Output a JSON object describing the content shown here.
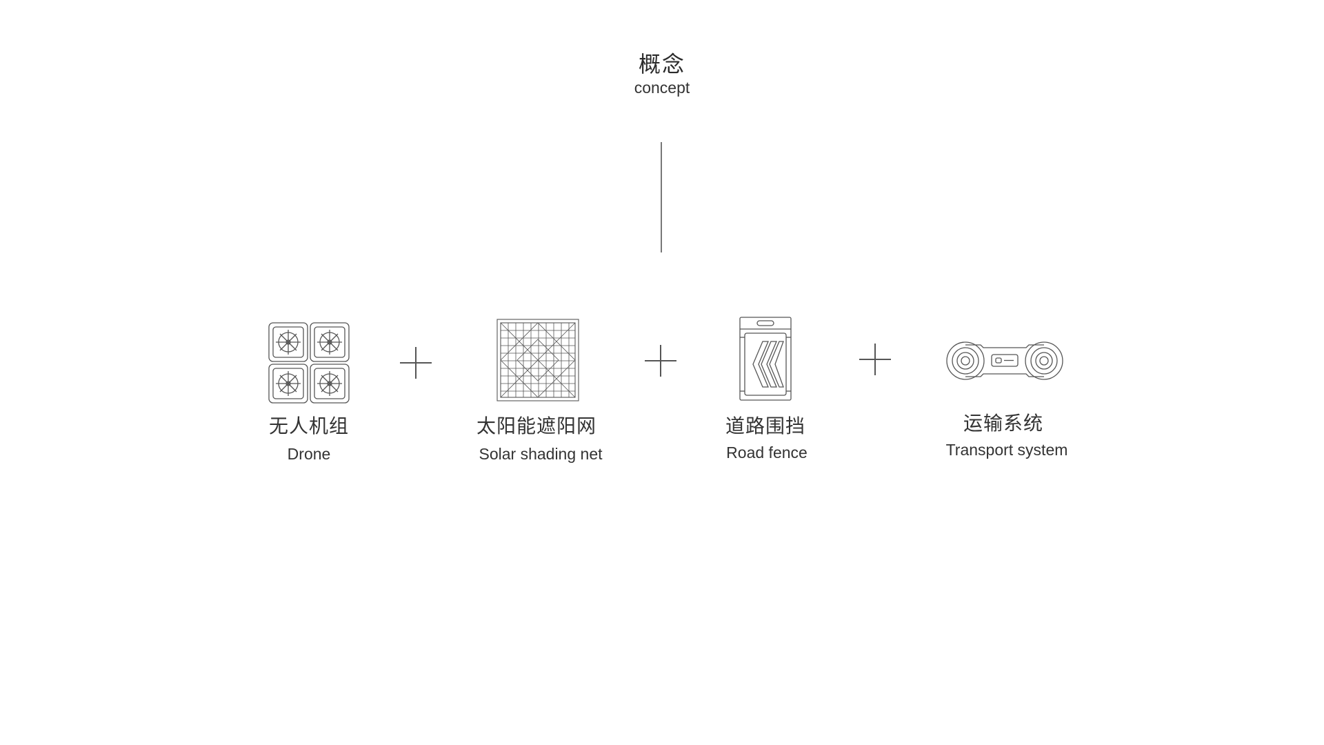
{
  "header": {
    "title_zh": "概念",
    "title_en": "concept"
  },
  "items": [
    {
      "label_zh": "无人机组",
      "label_en": "Drone",
      "icon": "drone-grid-icon"
    },
    {
      "label_zh": "太阳能遮阳网",
      "label_en": "Solar shading net",
      "icon": "solar-net-icon"
    },
    {
      "label_zh": "道路围挡",
      "label_en": "Road fence",
      "icon": "road-fence-icon"
    },
    {
      "label_zh": "运输系统",
      "label_en": "Transport system",
      "icon": "transport-icon"
    }
  ],
  "connectors": [
    "plus-icon",
    "plus-icon",
    "plus-icon"
  ],
  "colors": {
    "line": "#555555",
    "text": "#333333",
    "background": "#ffffff"
  }
}
